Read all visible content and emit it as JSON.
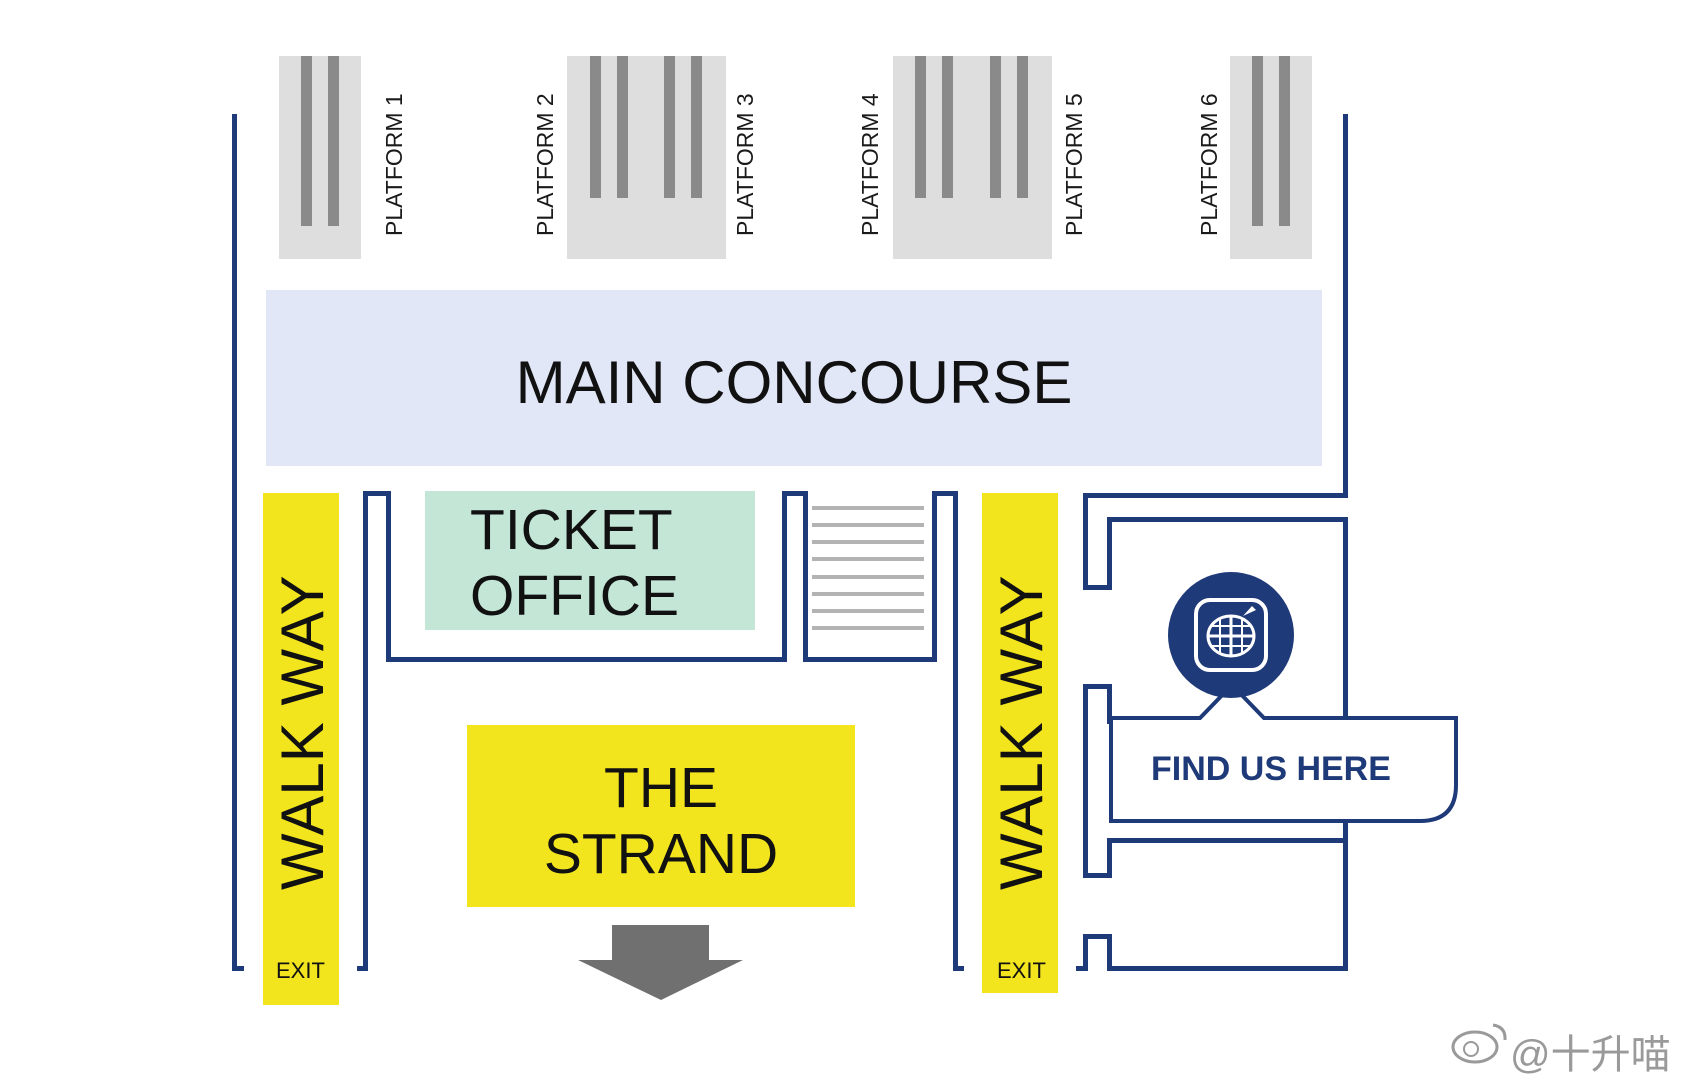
{
  "platforms": [
    "PLATFORM 1",
    "PLATFORM 2",
    "PLATFORM 3",
    "PLATFORM 4",
    "PLATFORM 5",
    "PLATFORM 6"
  ],
  "concourse_label": "MAIN CONCOURSE",
  "ticket_office": {
    "line1": "TICKET",
    "line2": "OFFICE"
  },
  "walkway_label": "WALK WAY",
  "exit_label": "EXIT",
  "strand": {
    "line1": "THE",
    "line2": "STRAND"
  },
  "find_us_label": "FIND US HERE",
  "watermark": "@十升喵",
  "icons": {
    "location": "basket-globe-icon",
    "direction": "down-arrow-icon",
    "watermark": "weibo-icon"
  },
  "colors": {
    "wall": "#1f3a78",
    "walkway": "#f2e51e",
    "concourse": "#e1e7f6",
    "ticket": "#c4e6d6",
    "platform": "#dedede",
    "track": "#8a8a8a"
  }
}
